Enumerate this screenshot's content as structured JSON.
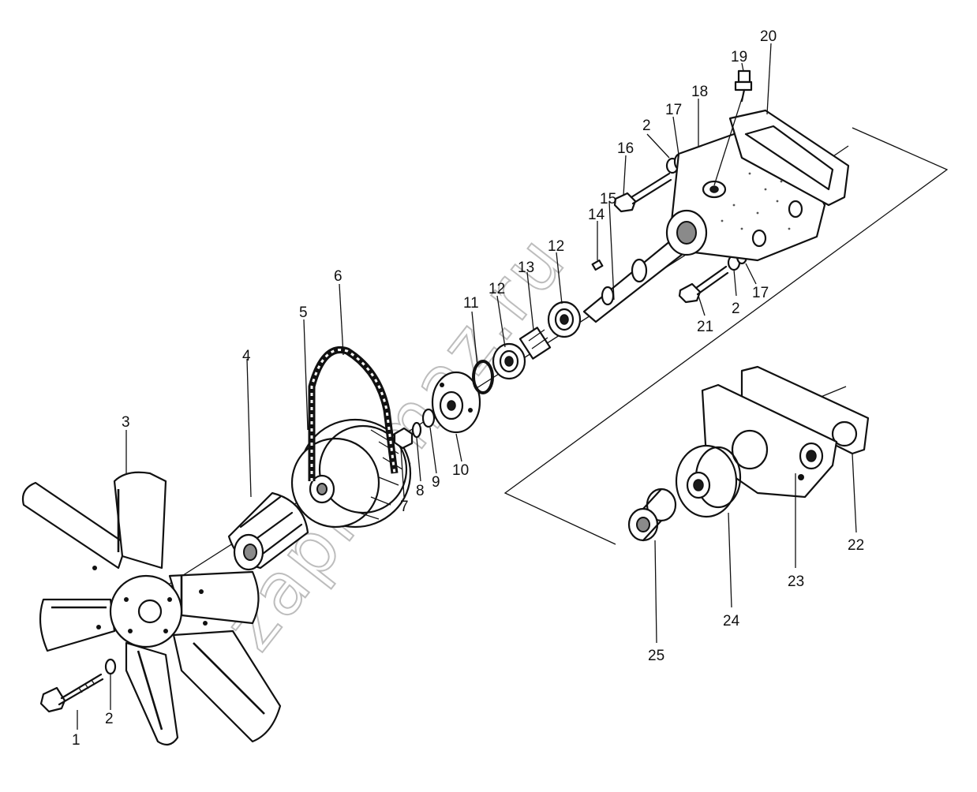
{
  "watermark": "zapkamaz.ru",
  "callouts": {
    "c1": "1",
    "c2a": "2",
    "c2b": "2",
    "c2c": "2",
    "c3": "3",
    "c4": "4",
    "c5": "5",
    "c6": "6",
    "c7": "7",
    "c8": "8",
    "c9": "9",
    "c10": "10",
    "c11": "11",
    "c12a": "12",
    "c12b": "12",
    "c13": "13",
    "c14": "14",
    "c15": "15",
    "c16": "16",
    "c17a": "17",
    "c17b": "17",
    "c18": "18",
    "c19": "19",
    "c20": "20",
    "c21": "21",
    "c22": "22",
    "c23": "23",
    "c24": "24",
    "c25": "25"
  },
  "colors": {
    "ink": "#111111",
    "background": "#ffffff",
    "watermark": "#bdbdbd"
  }
}
